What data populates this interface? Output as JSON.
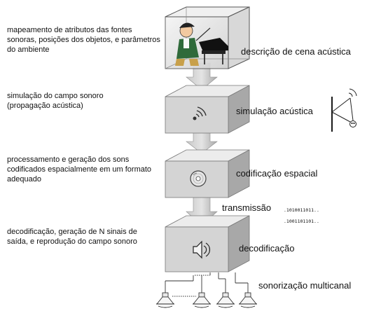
{
  "stages": [
    {
      "description": "mapeamento de atributos das fontes sonoras, posições dos objetos, e parâmetros do ambiente",
      "label": "descrição de cena acústica"
    },
    {
      "description": "simulação do campo sonoro (propagação acústica)",
      "label": "simulação acústica"
    },
    {
      "description": "processamento e geração dos sons codificados espacialmente em um formato adequado",
      "label": "codificação espacial"
    },
    {
      "description": "decodificação, geração de N sinais de saída, e reprodução do campo sonoro",
      "label": "decodificação"
    }
  ],
  "transmission": {
    "label": "transmissão",
    "bits_line1": ".1010011011..",
    "bits_line2": ".1001101101.."
  },
  "output": {
    "label": "sonorização multicanal"
  },
  "icons": {
    "scene": "pianist-scene-icon",
    "simulation": "sound-waves-icon",
    "coding": "disc-icon",
    "decoding": "speaker-icon",
    "listener": "listener-reflection-icon",
    "loudspeakers": "loudspeaker-icon"
  },
  "colors": {
    "box_front": "#d4d4d4",
    "box_top": "#ececec",
    "box_side": "#a8a8a8",
    "arrow": "#b8b8b8"
  }
}
